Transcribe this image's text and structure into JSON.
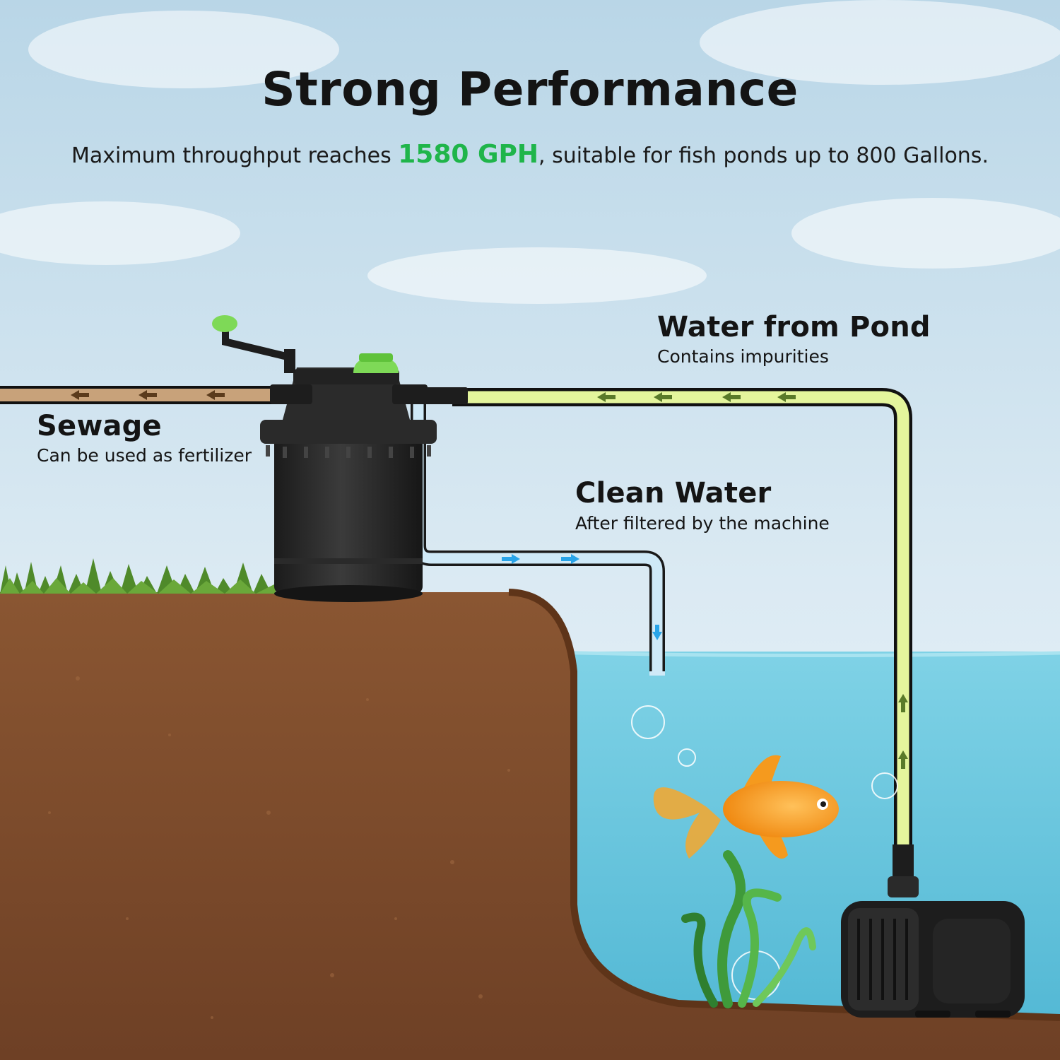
{
  "title": "Strong Performance",
  "subtitle": {
    "before": "Maximum throughput reaches ",
    "highlight": "1580 GPH",
    "after": ", suitable for fish ponds up to 800 Gallons."
  },
  "labels": {
    "water_from_pond": {
      "heading": "Water from Pond",
      "sub": "Contains impurities"
    },
    "sewage": {
      "heading": "Sewage",
      "sub": "Can be used as fertilizer"
    },
    "clean_water": {
      "heading": "Clean Water",
      "sub": "After filtered by the machine"
    }
  },
  "colors": {
    "highlight": "#1fb54a",
    "pond_pipe": "#e4f59c",
    "sewage_pipe": "#c8a27a",
    "clean_pipe": "#cfe9f7",
    "arrow_blue": "#2aa4e8",
    "arrow_green": "#5a7a2a",
    "water": "#6cc9df",
    "soil": "#7a4a2c",
    "filter_cap": "#7ed957"
  },
  "icons": [
    "pressure-filter-icon",
    "submersible-pump-icon",
    "goldfish-icon",
    "seaweed-icon",
    "grass-icon",
    "flow-arrow-icon",
    "bubble-icon"
  ]
}
